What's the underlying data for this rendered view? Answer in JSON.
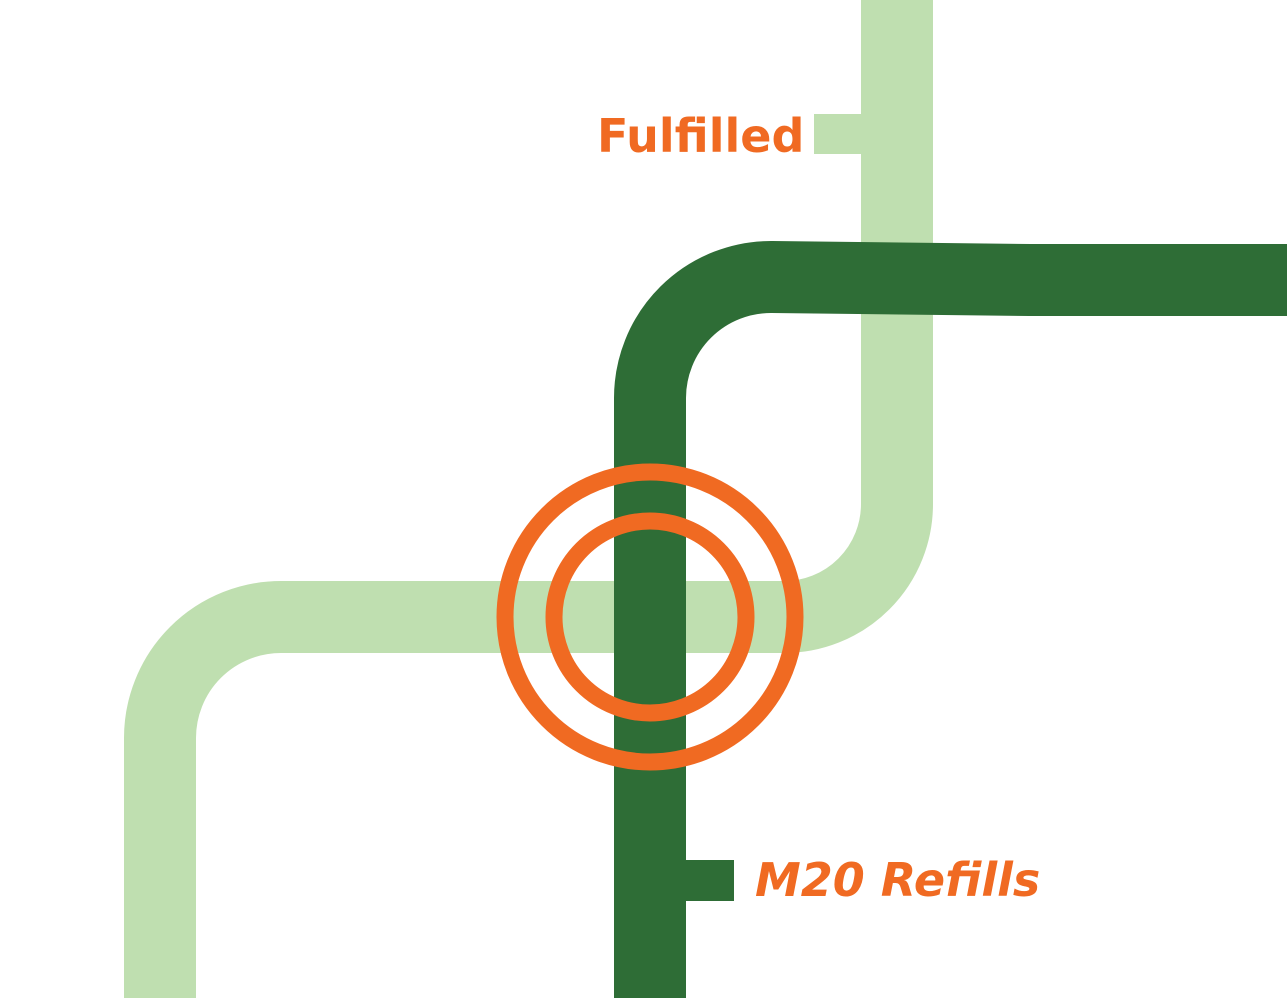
{
  "colors": {
    "background": "#ffffff",
    "light_line": "#bfdfb0",
    "dark_line": "#2e6d36",
    "accent": "#f06a22"
  },
  "lines": [
    {
      "id": "light-green-line",
      "color": "#bfdfb0"
    },
    {
      "id": "dark-green-line",
      "color": "#2e6d36"
    }
  ],
  "stops": [
    {
      "id": "fulfilled",
      "label": "Fulfilled",
      "line": "light-green-line"
    },
    {
      "id": "m20-refills",
      "label": "M20 Refills",
      "line": "dark-green-line"
    }
  ],
  "interchange": {
    "type": "double-ring"
  }
}
